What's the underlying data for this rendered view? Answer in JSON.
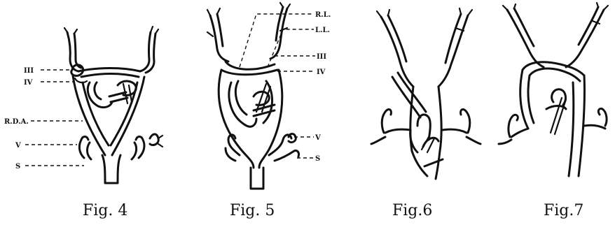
{
  "figures": [
    {
      "caption": "Fig. 4",
      "labels": {
        "iii": "III",
        "iv": "IV",
        "rda": "R.D.A.",
        "v": "V",
        "s": "S"
      }
    },
    {
      "caption": "Fig. 5",
      "labels": {
        "rl": "R.L.",
        "ll": "L.L.",
        "iii": "III",
        "iv": "IV",
        "v": "V",
        "s": "S"
      }
    },
    {
      "caption": "Fig.6",
      "labels": {}
    },
    {
      "caption": "Fig.7",
      "labels": {}
    }
  ]
}
